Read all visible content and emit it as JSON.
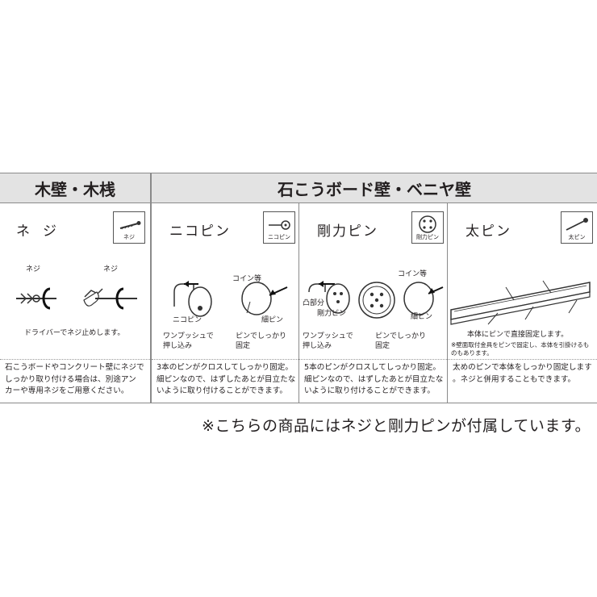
{
  "headers": {
    "wood": "木壁・木桟",
    "stone": "石こうボード壁・ベニヤ壁"
  },
  "columns": {
    "screw": {
      "title": "ネジ",
      "icon_label": "ネジ",
      "label_screw_a": "ネジ",
      "label_screw_b": "ネジ",
      "caption": "ドライバーでネジ止めします。",
      "desc_lines": [
        "石こうボードやコンクリート壁にネジで",
        "しっかり取り付ける場合は、別途アン",
        "カーや専用ネジをご用意ください。"
      ]
    },
    "nicopin": {
      "title": "ニコピン",
      "icon_label": "ニコピン",
      "label_coin": "コイン等",
      "label_nicopin": "ニコピン",
      "label_thinpin": "細ピン",
      "caption_left": [
        "ワンプッシュで",
        "押し込み"
      ],
      "caption_right": [
        "ピンでしっかり",
        "固定"
      ],
      "desc_lines": [
        "3本のピンがクロスしてしっかり固定。",
        "細ピンなので、はずしたあとが目立たな",
        "いように取り付けることができます。"
      ]
    },
    "gouriki": {
      "title": "剛力ピン",
      "icon_label": "剛力ピン",
      "label_coin": "コイン等",
      "label_convex": "凸部分",
      "label_gouriki": "剛力ピン",
      "label_thinpin": "細ピン",
      "caption_left": [
        "ワンプッシュで",
        "押し込み"
      ],
      "caption_right": [
        "ピンでしっかり",
        "固定"
      ],
      "desc_lines": [
        "5本のピンがクロスしてしっかり固定。",
        "細ピンなので、はずしたあとが目立たな",
        "いように取り付けることができます。"
      ]
    },
    "thickpin": {
      "title": "太ピン",
      "icon_label": "太ピン",
      "caption": "本体にピンで直接固定します。",
      "subnote_lines": [
        "※壁面取付金具をピンで固定し、本体を引掛けるも",
        "のもあります。"
      ],
      "desc_lines": [
        "太めのピンで本体をしっかり固定します",
        "。ネジと併用することもできます。"
      ]
    }
  },
  "footer_note": "※こちらの商品にはネジと剛力ピンが付属しています。"
}
